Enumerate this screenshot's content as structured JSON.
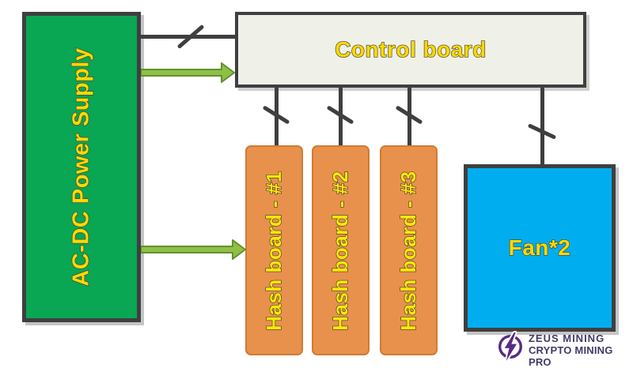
{
  "diagram": {
    "psu": {
      "label": "AC-DC Power Supply"
    },
    "control": {
      "label": "Control board"
    },
    "hash_boards": [
      {
        "label": "Hash board - #1"
      },
      {
        "label": "Hash board - #2"
      },
      {
        "label": "Hash board - #3"
      }
    ],
    "fan": {
      "label": "Fan*2"
    },
    "connections": [
      {
        "from": "psu",
        "to": "control",
        "type": "bus-line-with-slash"
      },
      {
        "from": "psu",
        "to": "control",
        "type": "green-arrow"
      },
      {
        "from": "psu",
        "to": "hash-board-1",
        "type": "green-arrow"
      },
      {
        "from": "control",
        "to": "hash-board-1",
        "type": "bus-line-with-slash"
      },
      {
        "from": "control",
        "to": "hash-board-2",
        "type": "bus-line-with-slash"
      },
      {
        "from": "control",
        "to": "hash-board-3",
        "type": "bus-line-with-slash"
      },
      {
        "from": "control",
        "to": "fan",
        "type": "bus-line-with-slash"
      }
    ],
    "watermark": {
      "line1": "ZEUS MINING",
      "line2": "CRYPTO MINING PRO",
      "logo_icon": "lightning-bolt-icon"
    }
  },
  "colors": {
    "dark": "#3F3F3F",
    "psu-green": "#09A653",
    "control-bg": "#EFF1E8",
    "hash-orange": "#E8914D",
    "hash-border": "#D07A33",
    "fan-blue": "#00AEEF",
    "arrow-fill": "#8FC045",
    "arrow-border": "#61922F",
    "text-yellow": "#FFD800",
    "logo-purple": "#5A2B82",
    "logo-text": "#413A68"
  }
}
